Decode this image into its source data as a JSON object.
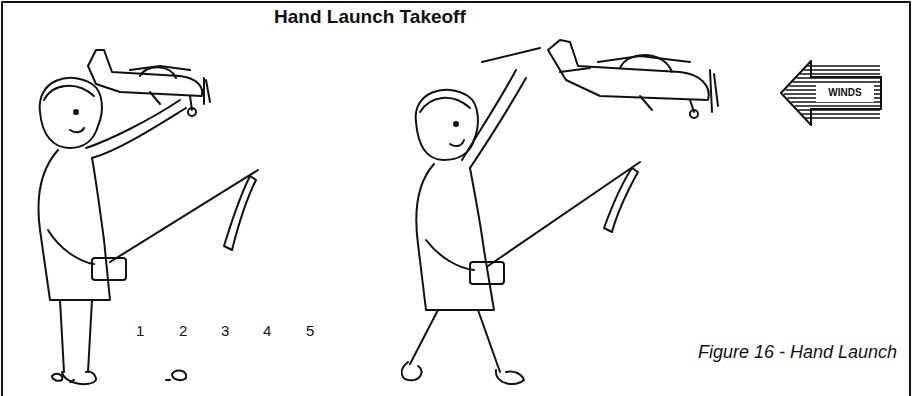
{
  "diagram": {
    "title": "Hand Launch Takeoff",
    "caption": "Figure 16 - Hand Launch",
    "nodes": [
      {
        "text": [
          "WINDS"
        ]
      }
    ],
    "labels": [
      "1",
      "2",
      "3",
      "4",
      "5"
    ]
  }
}
